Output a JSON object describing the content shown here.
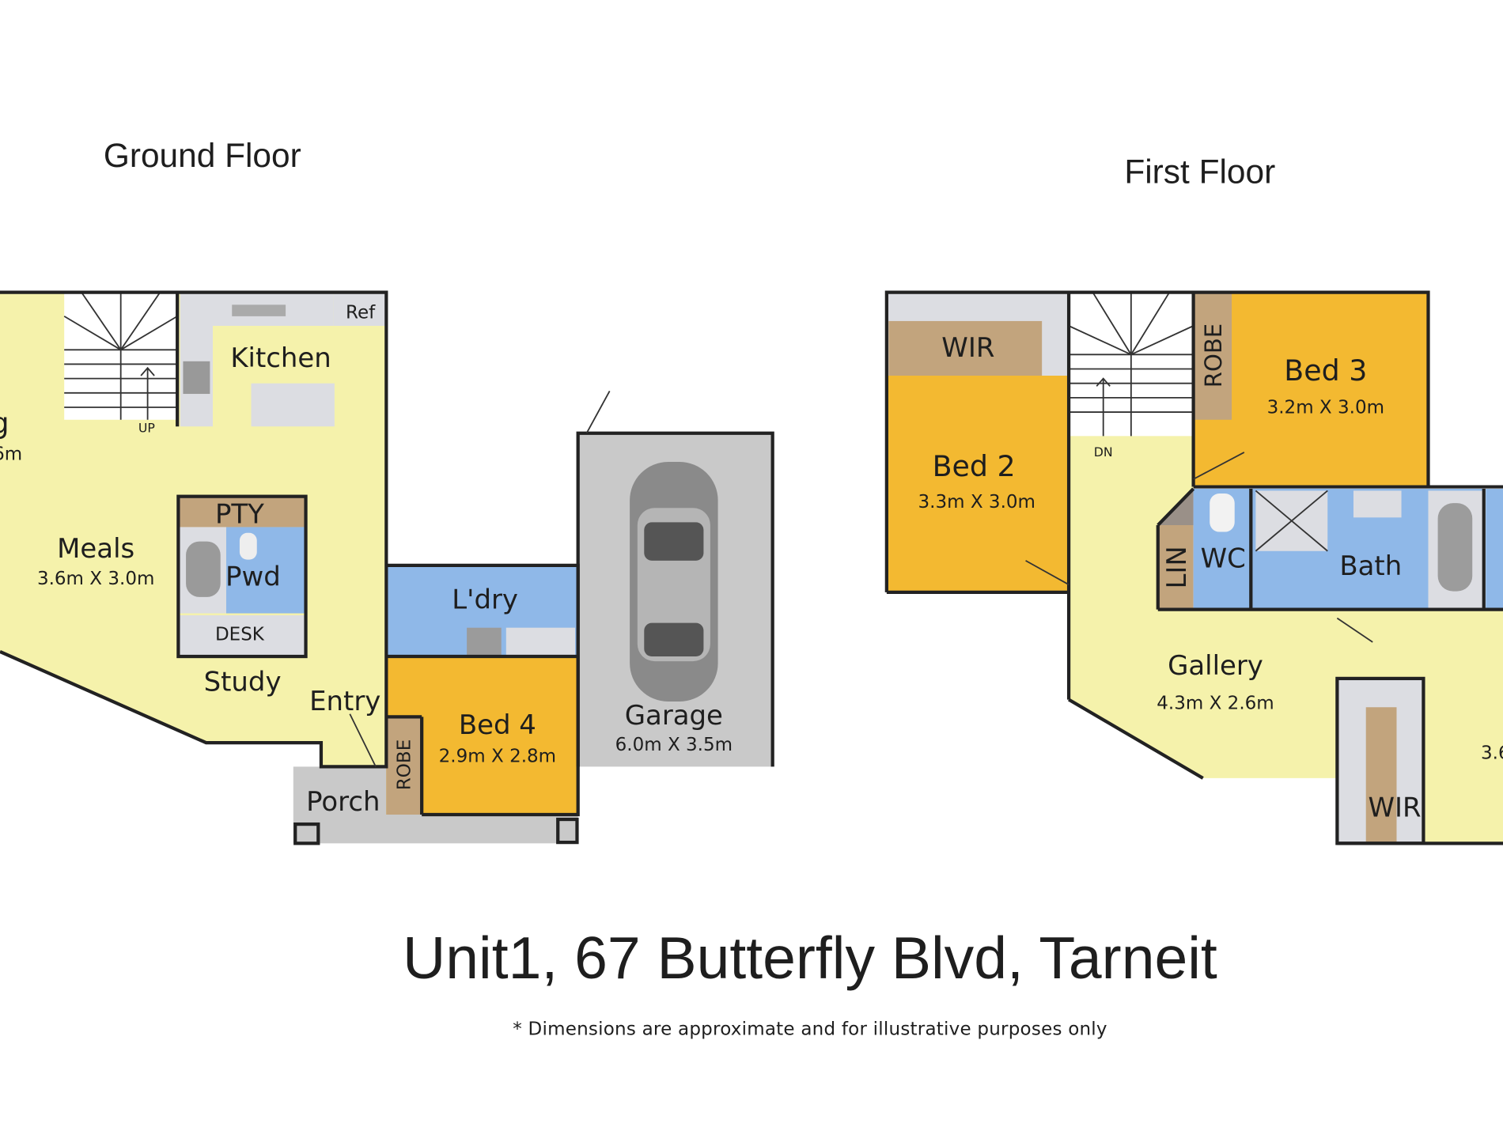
{
  "titles": {
    "ground_floor": "Ground Floor",
    "first_floor": "First Floor"
  },
  "address": "Unit1, 67 Butterfly Blvd, Tarneit",
  "disclaimer": "* Dimensions are approximate and for illustrative purposes only",
  "ground_floor": {
    "living_partial": "g",
    "living_dim_partial": "6m",
    "kitchen": "Kitchen",
    "ref": "Ref",
    "stairs_up": "UP",
    "meals": "Meals",
    "meals_dim": "3.6m X 3.0m",
    "pantry": "PTY",
    "powder": "Pwd",
    "desk": "DESK",
    "study": "Study",
    "entry": "Entry",
    "porch": "Porch",
    "laundry": "L'dry",
    "bed4": "Bed 4",
    "bed4_dim": "2.9m X 2.8m",
    "robe": "ROBE",
    "garage": "Garage",
    "garage_dim": "6.0m X 3.5m"
  },
  "first_floor": {
    "wir_top": "WIR",
    "bed2": "Bed 2",
    "bed2_dim": "3.3m X 3.0m",
    "stairs_down": "DN",
    "robe": "ROBE",
    "bed3": "Bed 3",
    "bed3_dim": "3.2m X 3.0m",
    "linen": "LIN",
    "wc": "WC",
    "bath": "Bath",
    "gallery": "Gallery",
    "gallery_dim": "4.3m X 2.6m",
    "wir_bottom": "WIR",
    "bed1_dim_partial": "3.6"
  }
}
